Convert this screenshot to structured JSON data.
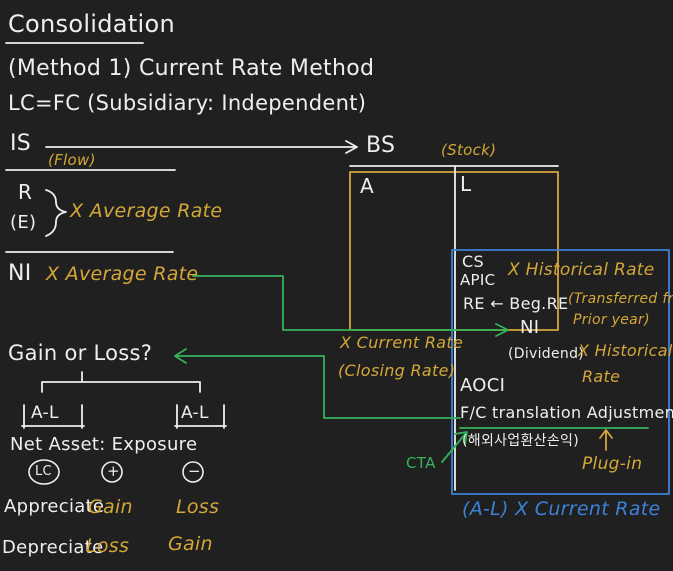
{
  "colors": {
    "background": "#202020",
    "chalk_white": "#eeeeee",
    "chalk_yellow": "#d4a738",
    "chalk_green": "#35b35a",
    "chalk_blue": "#3c82d8"
  },
  "title": "Consolidation",
  "method": "(Method 1) Current Rate Method",
  "condition": "LC=FC (Subsidiary: Independent)",
  "is_label": "IS",
  "bs_label": "BS",
  "flow_label": "(Flow)",
  "stock_label": "(Stock)",
  "r_label": "R",
  "e_label": "(E)",
  "average_rate_label": "X Average Rate",
  "bs_t_account": {
    "left": "A",
    "right": "L"
  },
  "ni_label": "NI",
  "ni_rate": "X Average Rate",
  "current_rate_note": {
    "line1": "X Current Rate",
    "line2": "(Closing Rate)"
  },
  "equity": {
    "cs": "CS",
    "apic": "APIC",
    "historical_rate": "X Historical Rate",
    "re_line": "RE ← Beg.RE",
    "transferred_note": {
      "line1": "(Transferred from",
      "line2": "Prior year)"
    },
    "ni": "NI",
    "dividend": "(Dividend)",
    "dividend_rate": {
      "line1": "X Historical",
      "line2": "Rate"
    },
    "aoci": "AOCI",
    "fc_translation": "F/C translation Adjustment",
    "korean_note": "(해외사업환산손익)",
    "plug_in": "Plug-in",
    "cta": "CTA",
    "footer": "(A-L) X Current Rate"
  },
  "gain_or_loss": {
    "question": "Gain or Loss?",
    "box_left": "A-L",
    "box_right": "A-L",
    "exposure": "Net Asset: Exposure",
    "symbols": [
      "LC",
      "+",
      "−"
    ],
    "rows": [
      {
        "label": "Appreciate",
        "col1": "Gain",
        "col2": "Loss"
      },
      {
        "label": "Depreciate",
        "col1": "Loss",
        "col2": "Gain"
      }
    ]
  }
}
